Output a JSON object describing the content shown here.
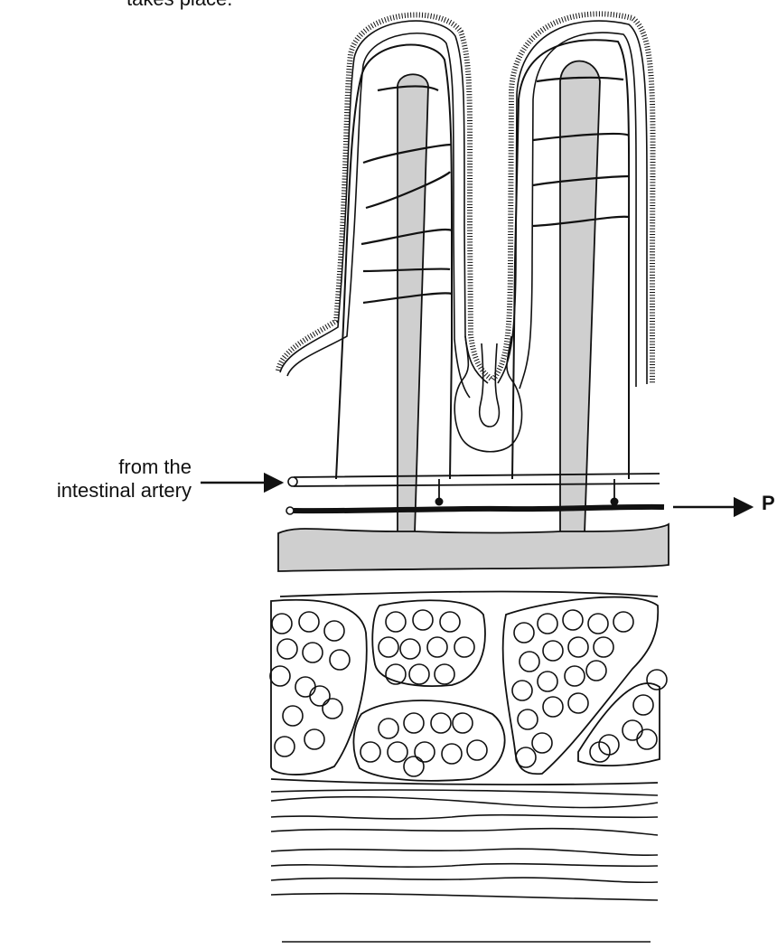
{
  "labels": {
    "top_fragment": "takes place.",
    "artery_line1": "from the",
    "artery_line2": "intestinal artery",
    "right_letter": "P"
  },
  "colors": {
    "lacteal_fill": "#cfcfcf",
    "stroke": "#111111",
    "background": "#ffffff"
  }
}
